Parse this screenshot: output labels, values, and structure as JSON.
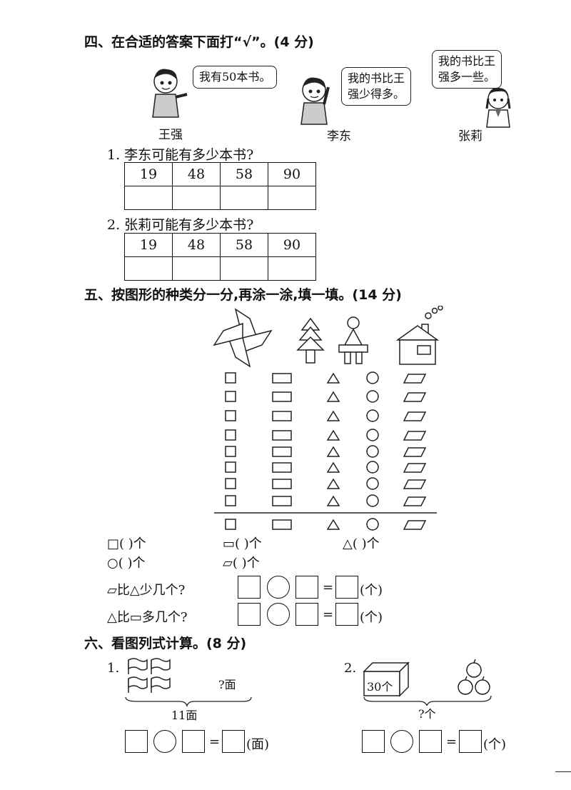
{
  "s4": {
    "title": "四、在合适的答案下面打“√”。(4 分)",
    "bubbles": {
      "wang": "我有50本书。",
      "li": [
        "我的书比王",
        "强少得多。"
      ],
      "zhang": [
        "我的书比王",
        "强多一些。"
      ]
    },
    "names": {
      "wang": "王强",
      "li": "李东",
      "zhang": "张莉"
    },
    "q1": "1. 李东可能有多少本书?",
    "q2": "2. 张莉可能有多少本书?",
    "options": [
      "19",
      "48",
      "58",
      "90"
    ]
  },
  "s5": {
    "title": "五、按图形的种类分一分,再涂一涂,填一填。(14 分)",
    "counts": {
      "square": "□(      )个",
      "rect": "▭(      )个",
      "tri": "△(      )个",
      "circle": "○(      )个",
      "para": "▱(      )个"
    },
    "q1": "▱比△少几个?",
    "q2": "△比▭多几个?",
    "equals": "=",
    "unit": "(个)"
  },
  "s6": {
    "title": "六、看图列式计算。(8 分)",
    "p1": {
      "num": "1.",
      "unknown": "?面",
      "total": "11面",
      "unit": "(面)",
      "equals": "="
    },
    "p2": {
      "num": "2.",
      "box": "30个",
      "unknown": "?个",
      "unit": "(个)",
      "equals": "="
    }
  }
}
